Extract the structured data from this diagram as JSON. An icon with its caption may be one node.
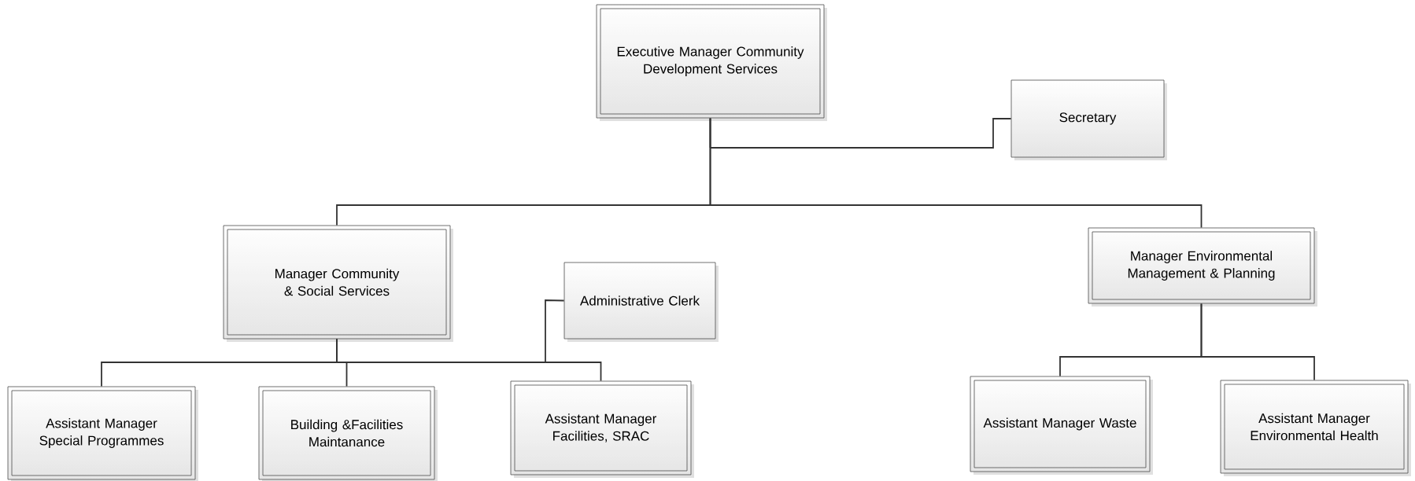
{
  "diagram": {
    "nodes": [
      {
        "text": [
          "Executive  Manager Community  Development Services"
        ]
      },
      {
        "text": [
          "Secretary"
        ]
      },
      {
        "text": [
          "Manager Community & Social Services"
        ]
      },
      {
        "text": [
          "Administrative Clerk"
        ]
      },
      {
        "text": [
          "Assistant Manager Special Programmes"
        ]
      },
      {
        "text": [
          "Building  &Facilities Maintanance"
        ]
      },
      {
        "text": [
          "Assistant Manager Facilities, SRAC"
        ]
      },
      {
        "text": [
          "Manager Environmental Management & Planning"
        ]
      },
      {
        "text": [
          "Assistant Manager Waste"
        ]
      },
      {
        "text": [
          "Assistant Manager Environmental Health"
        ]
      }
    ],
    "edges": [
      {
        "from": 0,
        "to": 1,
        "arrow": "none"
      },
      {
        "from": 0,
        "to": 2,
        "arrow": "none"
      },
      {
        "from": 0,
        "to": 7,
        "arrow": "none"
      },
      {
        "from": 2,
        "to": 4,
        "arrow": "none"
      },
      {
        "from": 2,
        "to": 5,
        "arrow": "none"
      },
      {
        "from": 2,
        "to": 6,
        "arrow": "none"
      },
      {
        "from": 2,
        "to": 3,
        "arrow": "none"
      },
      {
        "from": 7,
        "to": 8,
        "arrow": "none"
      },
      {
        "from": 7,
        "to": 9,
        "arrow": "none"
      }
    ]
  }
}
